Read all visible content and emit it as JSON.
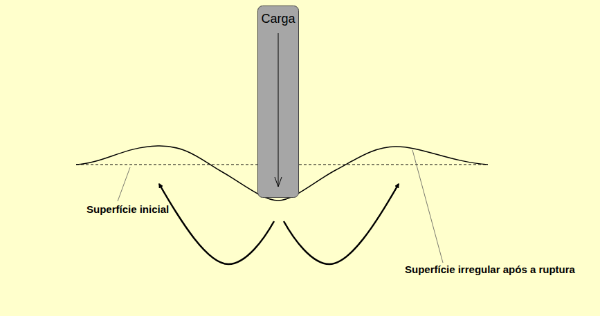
{
  "diagram": {
    "nodes": [
      {
        "text": [
          "Carga"
        ]
      }
    ],
    "labels": [
      "Superfície inicial",
      "Superfície irregular após a ruptura"
    ]
  }
}
